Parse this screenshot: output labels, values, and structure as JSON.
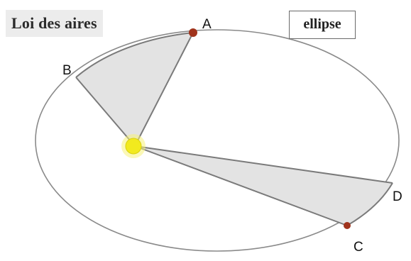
{
  "title": "Loi  des aires",
  "shape_label": "ellipse",
  "points": {
    "A": "A",
    "B": "B",
    "C": "C",
    "D": "D"
  },
  "colors": {
    "orbit": "#8a8a8a",
    "sector_fill": "#e3e3e3",
    "sector_edge": "#7a7a7a",
    "sun": "#f2ea1e",
    "planet": "#a0331c"
  }
}
